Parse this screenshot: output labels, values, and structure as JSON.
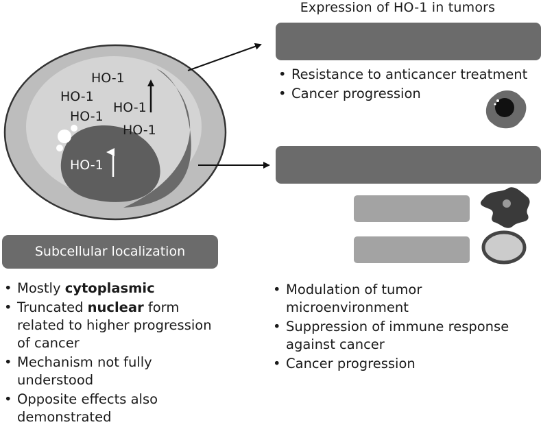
{
  "title": "Expression of HO-1 in tumors",
  "cell": {
    "labels": [
      "HO-1",
      "HO-1",
      "HO-1",
      "HO-1",
      "HO-1"
    ],
    "nucleus_label": "HO-1"
  },
  "subcellular": {
    "label": "Subcellular localization",
    "items": [
      {
        "pre": "Mostly ",
        "bold": "cytoplasmic",
        "post": ""
      },
      {
        "pre": "Truncated ",
        "bold": "nuclear",
        "post": " form related to higher progression of cancer"
      },
      {
        "pre": "Mechanism not fully understood",
        "bold": "",
        "post": ""
      },
      {
        "pre": "Opposite effects also demonstrated",
        "bold": "",
        "post": ""
      }
    ]
  },
  "top_effects": [
    "Resistance to anticancer treatment",
    "Cancer progression"
  ],
  "bottom_effects": [
    "Modulation of tumor microenvironment",
    "Suppression of immune response against cancer",
    "Cancer progression"
  ],
  "colors": {
    "dark_bar": "#6b6b6b",
    "light_bar": "#a3a3a3",
    "cell_outer": "#bdbdbd",
    "cytoplasm": "#d2d2d2",
    "nucleus": "#5f5f5f"
  }
}
